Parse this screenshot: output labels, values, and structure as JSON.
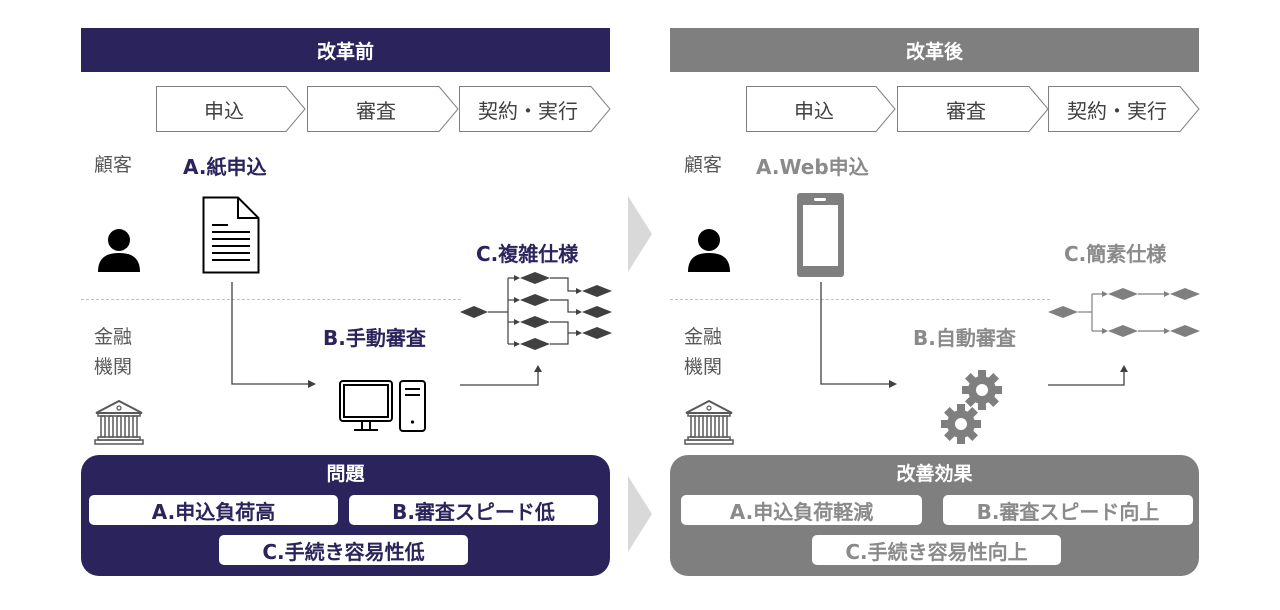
{
  "before": {
    "header": "改革前",
    "steps": [
      "申込",
      "審査",
      "契約・実行"
    ],
    "row_customer": "顧客",
    "row_bank_line1": "金融",
    "row_bank_line2": "機関",
    "label_a": "A.紙申込",
    "label_b": "B.手動審査",
    "label_c": "C.複雑仕様",
    "summary": {
      "title": "問題",
      "items": [
        "A.申込負荷高",
        "B.審査スピード低",
        "C.手続き容易性低"
      ]
    },
    "accent": "#2b245c"
  },
  "after": {
    "header": "改革後",
    "steps": [
      "申込",
      "審査",
      "契約・実行"
    ],
    "row_customer": "顧客",
    "row_bank_line1": "金融",
    "row_bank_line2": "機関",
    "label_a": "A.Web申込",
    "label_b": "B.自動審査",
    "label_c": "C.簡素仕様",
    "summary": {
      "title": "改善効果",
      "items": [
        "A.申込負荷軽減",
        "B.審査スピード向上",
        "C.手続き容易性向上"
      ]
    },
    "accent": "#7f7f7f"
  },
  "icons": {
    "customer": "person-icon",
    "bank": "bank-building-icon",
    "paper": "document-icon",
    "pc": "desktop-computer-icon",
    "phone": "smartphone-icon",
    "gears": "gears-icon",
    "flow": "flowchart-icon",
    "transition": "right-chevron-arrow-icon"
  }
}
